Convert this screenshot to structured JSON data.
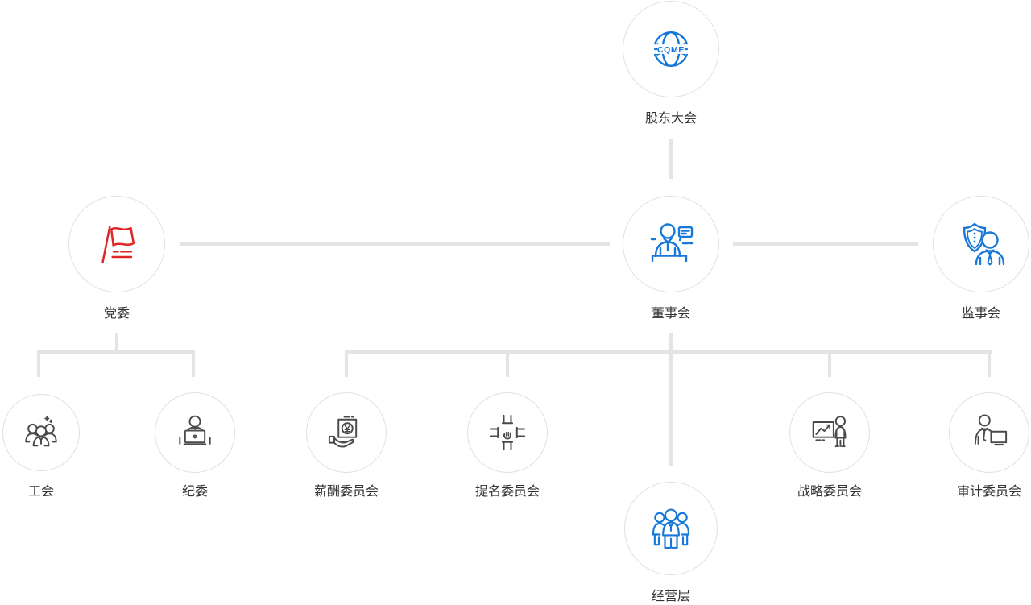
{
  "diagram": {
    "type": "org-chart",
    "globe_text": "CQME",
    "nodes": [
      {
        "id": "shareholders",
        "label": "股东大会",
        "icon": "globe-cqme-icon",
        "color": "#1778d9"
      },
      {
        "id": "party-committee",
        "label": "党委",
        "icon": "red-flag-icon",
        "color": "#e02626"
      },
      {
        "id": "board-of-directors",
        "label": "董事会",
        "icon": "executive-speech-icon",
        "color": "#1778d9"
      },
      {
        "id": "supervisory-board",
        "label": "监事会",
        "icon": "shield-person-icon",
        "color": "#1778d9"
      },
      {
        "id": "labor-union",
        "label": "工会",
        "icon": "people-group-icon",
        "color": "#4a4a4a"
      },
      {
        "id": "discipline-committee",
        "label": "纪委",
        "icon": "person-laptop-icon",
        "color": "#4a4a4a"
      },
      {
        "id": "remuneration-committee",
        "label": "薪酬委员会",
        "icon": "salary-hand-icon",
        "color": "#4a4a4a"
      },
      {
        "id": "nomination-committee",
        "label": "提名委员会",
        "icon": "joined-hands-icon",
        "color": "#4a4a4a"
      },
      {
        "id": "strategy-committee",
        "label": "战略委员会",
        "icon": "chart-presenter-icon",
        "color": "#4a4a4a"
      },
      {
        "id": "audit-committee",
        "label": "审计委员会",
        "icon": "person-monitor-icon",
        "color": "#4a4a4a"
      },
      {
        "id": "management",
        "label": "经营层",
        "icon": "staff-group-icon",
        "color": "#1778d9"
      }
    ],
    "edges": [
      [
        "shareholders",
        "board-of-directors"
      ],
      [
        "party-committee",
        "board-of-directors"
      ],
      [
        "board-of-directors",
        "supervisory-board"
      ],
      [
        "party-committee",
        "labor-union"
      ],
      [
        "party-committee",
        "discipline-committee"
      ],
      [
        "board-of-directors",
        "remuneration-committee"
      ],
      [
        "board-of-directors",
        "nomination-committee"
      ],
      [
        "board-of-directors",
        "strategy-committee"
      ],
      [
        "board-of-directors",
        "audit-committee"
      ],
      [
        "board-of-directors",
        "management"
      ]
    ],
    "colors": {
      "accent_blue": "#1778d9",
      "accent_red": "#e02626",
      "icon_dark": "#4a4a4a",
      "connector": "#e4e4e4",
      "circle_border": "#e0e0e0",
      "label_text": "#333333",
      "background": "#ffffff"
    }
  }
}
